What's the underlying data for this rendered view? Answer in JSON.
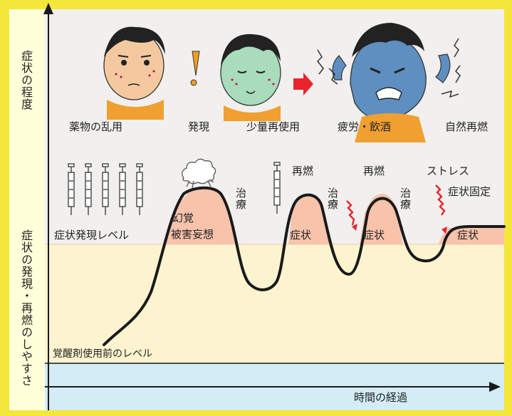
{
  "axes": {
    "y_top_label": "症状の程度",
    "y_bottom_label": "症状の発現・再燃のしやすさ",
    "x_label": "時間の経過"
  },
  "stages": [
    {
      "label": "薬物の乱用",
      "face": "normal-face-icon"
    },
    {
      "label": "発現",
      "face": "exclamation-icon"
    },
    {
      "label": "少量再使用",
      "face": "sick-face-icon"
    },
    {
      "label": "疲労・飲酒",
      "face": "angry-face-icon"
    },
    {
      "label": "自然再燃",
      "face": ""
    }
  ],
  "annotations": {
    "symptom_level": "症状発現レベル",
    "baseline_level": "覚醒剤使用前のレベル",
    "hallucination": "幻覚",
    "persecution": "被害妄想",
    "treatment_1": "治療",
    "treatment_2": "治療",
    "treatment_3": "治療",
    "relapse_1": "再燃",
    "relapse_2": "再燃",
    "stress": "ストレス",
    "fixed_symptoms": "症状固定",
    "symptom_1": "症状",
    "symptom_2": "症状",
    "symptom_3": "症状"
  },
  "colors": {
    "border": "#f5e63a",
    "sidebar": "#ffffd9",
    "upper_panel": "#f1f0ef",
    "lower_panel": "#fdf4cf",
    "symptom_band": "#f7c3ab",
    "baseline_band": "#d3ecf6",
    "curve": "#1a1a1a",
    "lightning": "#e8242d",
    "arrow": "#e8242d"
  }
}
